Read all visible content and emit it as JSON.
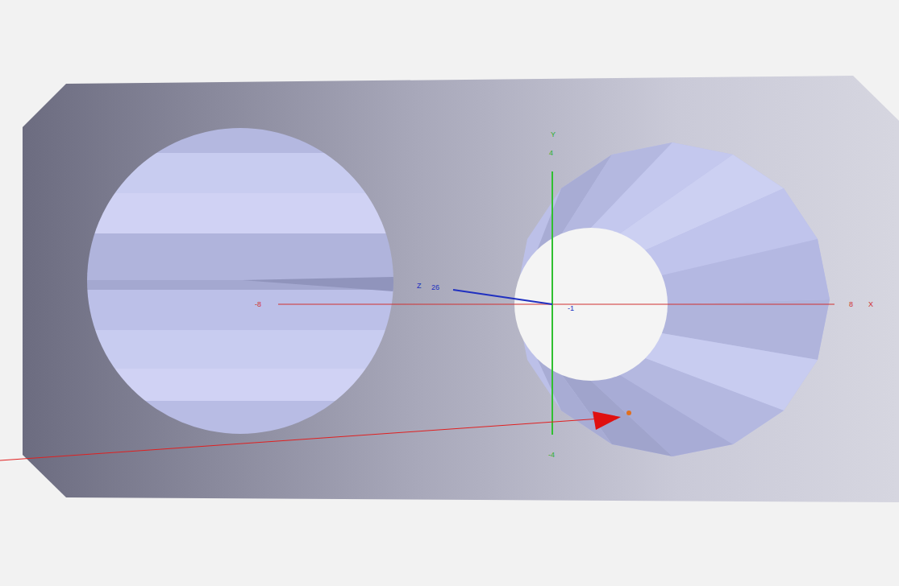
{
  "diagram": {
    "labels": [
      "Y",
      "4",
      "Z",
      "26",
      "-8",
      "-1",
      "8",
      "X",
      "-4"
    ]
  }
}
